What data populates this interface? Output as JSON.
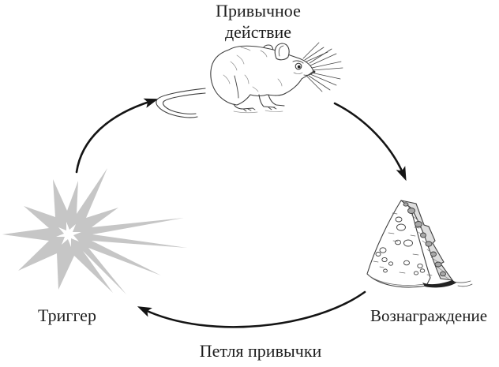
{
  "diagram": {
    "type": "cycle",
    "caption": "Петля привычки",
    "nodes": {
      "routine": {
        "label_line1": "Привычное",
        "label_line2": "действие",
        "icon": "mouse-icon"
      },
      "reward": {
        "label": "Вознаграждение",
        "icon": "cheese-icon"
      },
      "trigger": {
        "label": "Триггер",
        "icon": "starburst-icon"
      }
    },
    "arrows": [
      {
        "from": "trigger",
        "to": "routine"
      },
      {
        "from": "routine",
        "to": "reward"
      },
      {
        "from": "reward",
        "to": "trigger"
      }
    ],
    "colors": {
      "background": "#ffffff",
      "text": "#1c1c1c",
      "arrow": "#141414",
      "line_art": "#3f3f3f",
      "starburst_gray": "#c6c6c6"
    }
  }
}
